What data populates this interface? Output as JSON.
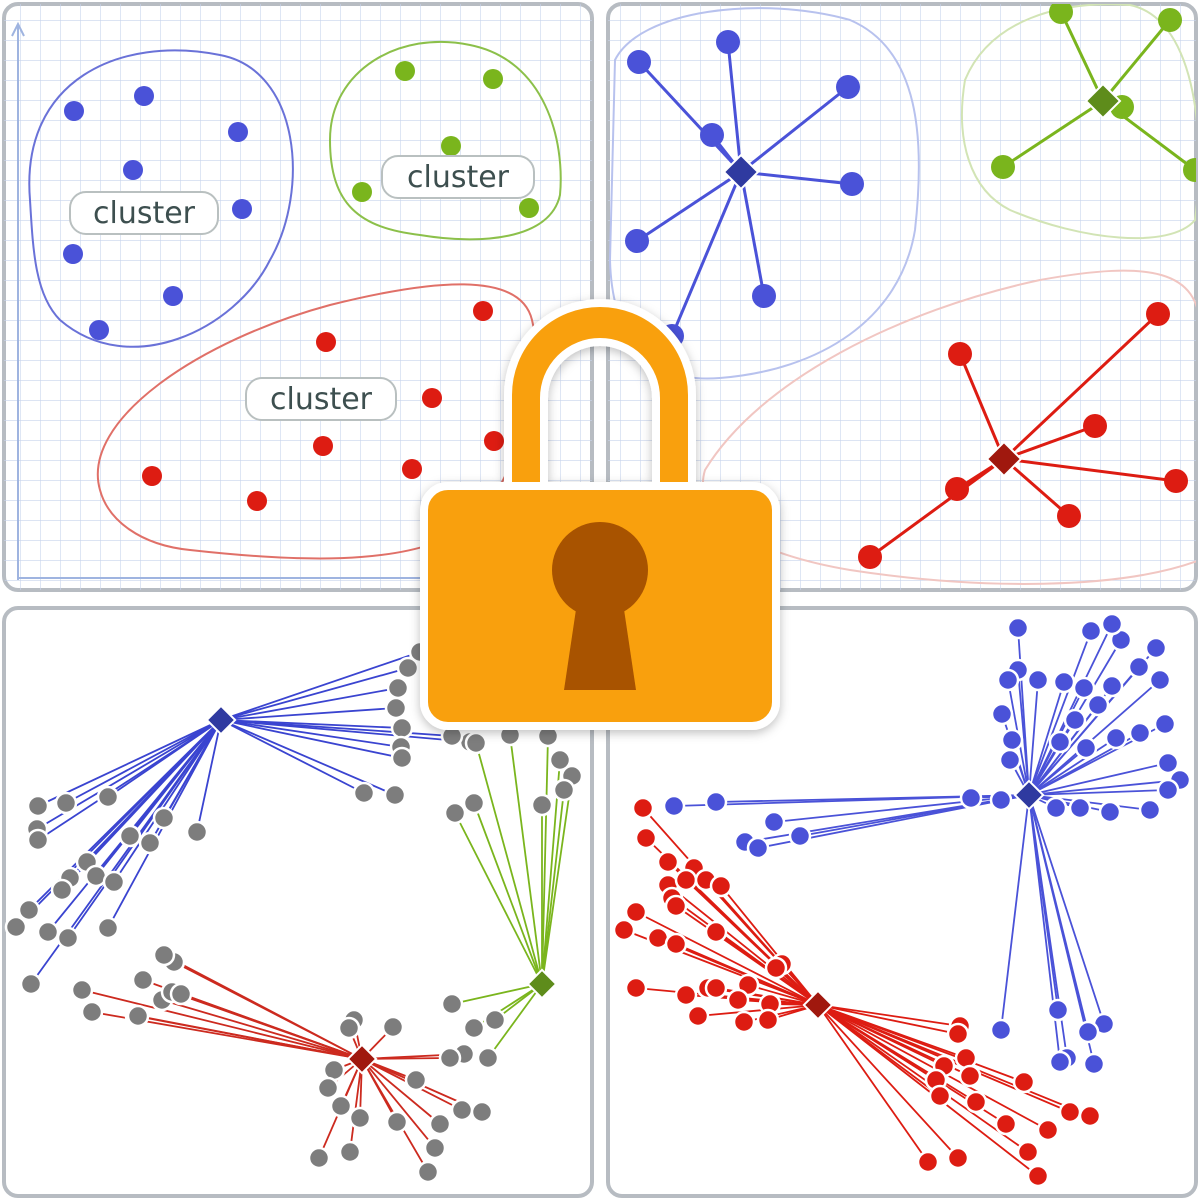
{
  "panels": {
    "top_left": {
      "clusters": [
        {
          "label": "cluster",
          "color": "#4a52d8",
          "outline": "#6a72d8"
        },
        {
          "label": "cluster",
          "color": "#7ab51d",
          "outline": "#8cc04a"
        },
        {
          "label": "cluster",
          "color": "#dd1c12",
          "outline": "#e07068"
        }
      ]
    },
    "top_right": {
      "hubs": [
        {
          "color": "#4a52d8",
          "hub_color": "#2f3aa0"
        },
        {
          "color": "#7ab51d",
          "hub_color": "#5e8c1b"
        },
        {
          "color": "#dd1c12",
          "hub_color": "#a0180e"
        }
      ]
    },
    "bottom_left": {
      "hubs": [
        {
          "color": "#3a44d0",
          "hub_color": "#2f3aa0"
        },
        {
          "color": "#7ab51d",
          "hub_color": "#5e8c1b"
        },
        {
          "color": "#cc2a1f",
          "hub_color": "#a0180e"
        }
      ],
      "leaf_color": "#7d7d7d"
    },
    "bottom_right": {
      "hubs": [
        {
          "color": "#4a52d8",
          "hub_color": "#2f3aa0"
        },
        {
          "color": "#dd1c12",
          "hub_color": "#a0180e"
        }
      ]
    }
  },
  "lock_overlay": {
    "icon": "lock-icon",
    "body_color": "#f9a00f",
    "keyhole_color": "#a85300",
    "outline_color": "#ffffff"
  }
}
